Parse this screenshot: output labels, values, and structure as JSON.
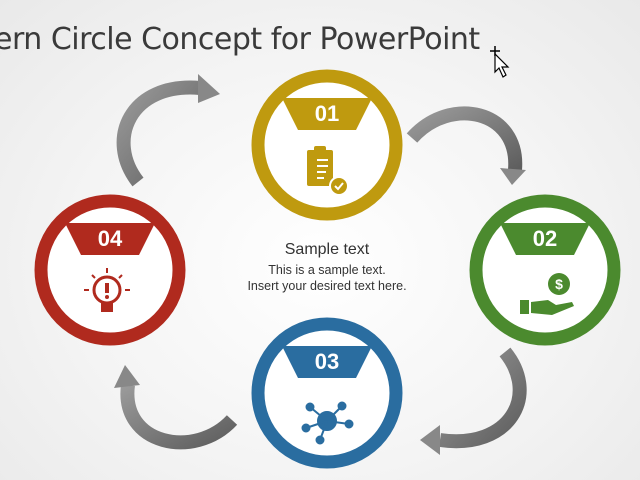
{
  "slide": {
    "title": "ern Circle Concept for PowerPoint",
    "center_heading": "Sample text",
    "center_line1": "This is a sample text.",
    "center_line2": "Insert your desired text here."
  },
  "steps": [
    {
      "number": "01",
      "icon": "clipboard-check-icon",
      "color": "#BF9A0F"
    },
    {
      "number": "02",
      "icon": "hand-dollar-icon",
      "color": "#4B8A2E"
    },
    {
      "number": "03",
      "icon": "network-hub-icon",
      "color": "#2A6DA0"
    },
    {
      "number": "04",
      "icon": "lightbulb-alert-icon",
      "color": "#B02A1E"
    }
  ]
}
